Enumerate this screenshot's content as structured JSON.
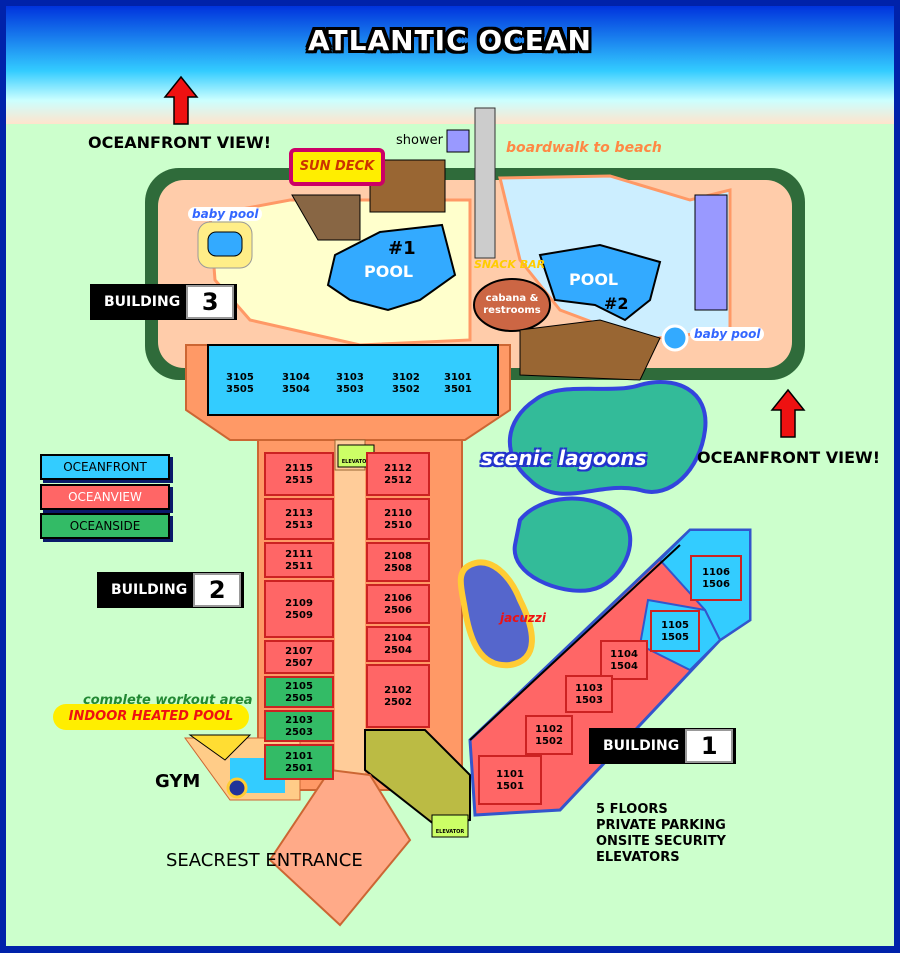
{
  "title": "ATLANTIC OCEAN",
  "views": {
    "left": "OCEANFRONT VIEW!",
    "right": "OCEANFRONT VIEW!"
  },
  "legend": [
    {
      "label": "OCEANFRONT",
      "color": "#33ccff"
    },
    {
      "label": "OCEANVIEW",
      "color": "#ff6666"
    },
    {
      "label": "OCEANSIDE",
      "color": "#33bb66"
    }
  ],
  "buildings": {
    "b3": {
      "label": "BUILDING",
      "number": "3"
    },
    "b2": {
      "label": "BUILDING",
      "number": "2"
    },
    "b1": {
      "label": "BUILDING",
      "number": "1"
    }
  },
  "amenities": {
    "shower": "shower",
    "sun_deck": "SUN DECK",
    "boardwalk": "boardwalk to beach",
    "baby_pool_left": "baby pool",
    "baby_pool_right": "baby pool",
    "pool1_num": "#1",
    "pool1_word": "POOL",
    "pool2_word": "POOL",
    "pool2_num": "#2",
    "snack_bar": "SNACK BAR",
    "cabana_1": "cabana &",
    "cabana_2": "restrooms",
    "lagoons": "scenic lagoons",
    "jacuzzi": "jacuzzi",
    "workout": "complete workout area",
    "indoor_pool": "INDOOR HEATED POOL",
    "gym": "GYM",
    "entrance": "SEACREST ENTRANCE",
    "elevator": "ELEVATOR"
  },
  "units": {
    "b3": [
      {
        "top": "3105",
        "bottom": "3505"
      },
      {
        "top": "3104",
        "bottom": "3504"
      },
      {
        "top": "3103",
        "bottom": "3503"
      },
      {
        "top": "3102",
        "bottom": "3502"
      },
      {
        "top": "3101",
        "bottom": "3501"
      }
    ],
    "b2_left": [
      {
        "top": "2115",
        "bottom": "2515",
        "type": "OCEANVIEW"
      },
      {
        "top": "2113",
        "bottom": "2513",
        "type": "OCEANVIEW"
      },
      {
        "top": "2111",
        "bottom": "2511",
        "type": "OCEANVIEW"
      },
      {
        "top": "2109",
        "bottom": "2509",
        "type": "OCEANVIEW"
      },
      {
        "top": "2107",
        "bottom": "2507",
        "type": "OCEANVIEW"
      },
      {
        "top": "2105",
        "bottom": "2505",
        "type": "OCEANSIDE"
      },
      {
        "top": "2103",
        "bottom": "2503",
        "type": "OCEANSIDE"
      },
      {
        "top": "2101",
        "bottom": "2501",
        "type": "OCEANSIDE"
      }
    ],
    "b2_right": [
      {
        "top": "2112",
        "bottom": "2512"
      },
      {
        "top": "2110",
        "bottom": "2510"
      },
      {
        "top": "2108",
        "bottom": "2508"
      },
      {
        "top": "2106",
        "bottom": "2506"
      },
      {
        "top": "2104",
        "bottom": "2504"
      },
      {
        "top": "2102",
        "bottom": "2502"
      }
    ],
    "b1": [
      {
        "top": "1106",
        "bottom": "1506",
        "type": "OCEANFRONT"
      },
      {
        "top": "1105",
        "bottom": "1505",
        "type": "OCEANFRONT"
      },
      {
        "top": "1104",
        "bottom": "1504",
        "type": "OCEANVIEW"
      },
      {
        "top": "1103",
        "bottom": "1503",
        "type": "OCEANVIEW"
      },
      {
        "top": "1102",
        "bottom": "1502",
        "type": "OCEANVIEW"
      },
      {
        "top": "1101",
        "bottom": "1501",
        "type": "OCEANVIEW"
      }
    ]
  },
  "info": [
    "5 FLOORS",
    "PRIVATE PARKING",
    "ONSITE SECURITY",
    "ELEVATORS"
  ]
}
